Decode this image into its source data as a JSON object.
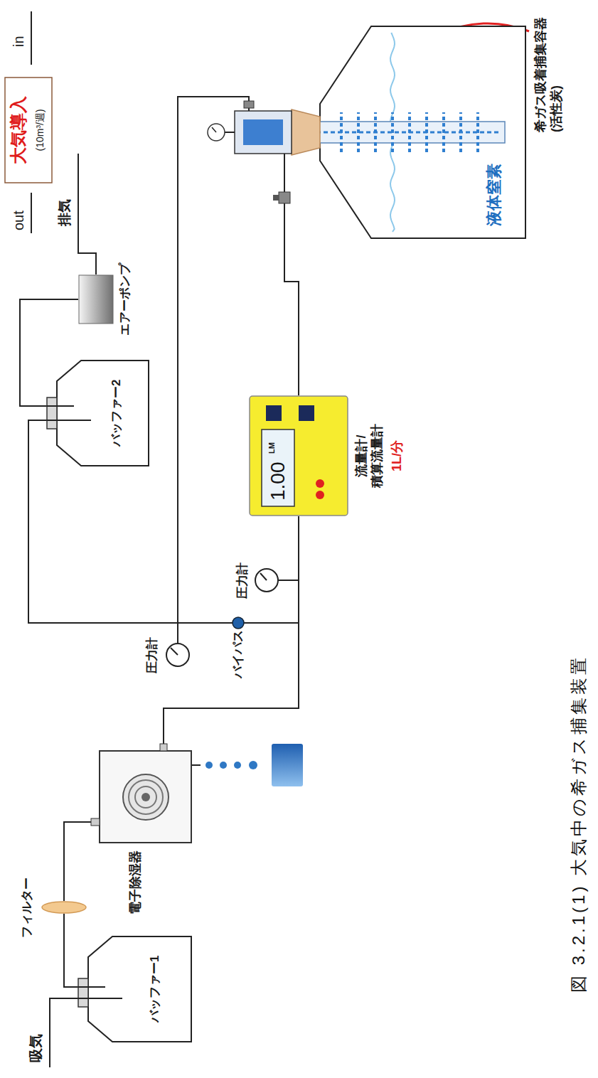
{
  "diagram": {
    "caption": "図 3.2.1(1) 大気中の希ガス捕集装置",
    "nodes": [
      {
        "text": [
          "大気導入",
          "(10m³/週)"
        ]
      },
      {
        "text": [
          "バッファー1"
        ]
      },
      {
        "text": [
          "フィルター"
        ]
      },
      {
        "text": [
          "電子除湿器"
        ]
      },
      {
        "text": [
          "1.00",
          "LM",
          "流量計/ 積算流量計",
          "1L/分"
        ]
      },
      {
        "text": [
          "液体窒素"
        ]
      },
      {
        "text": [
          "バッファー2"
        ]
      },
      {
        "text": [
          "エアーポンプ"
        ]
      }
    ],
    "edges": [
      {
        "from": 1,
        "to": 2,
        "arrow": "none"
      },
      {
        "from": 2,
        "to": 3,
        "arrow": "none"
      },
      {
        "from": 3,
        "to": 4,
        "arrow": "none"
      },
      {
        "from": 4,
        "to": 5,
        "arrow": "none"
      },
      {
        "from": 5,
        "to": 6,
        "arrow": "none"
      },
      {
        "from": 6,
        "to": 7,
        "arrow": "none"
      }
    ],
    "labels": [
      "in",
      "out",
      "吸気",
      "圧力計",
      "バイパス",
      "圧力計",
      "排気",
      "希ガス吸着捕集容器 (活性炭)"
    ]
  }
}
